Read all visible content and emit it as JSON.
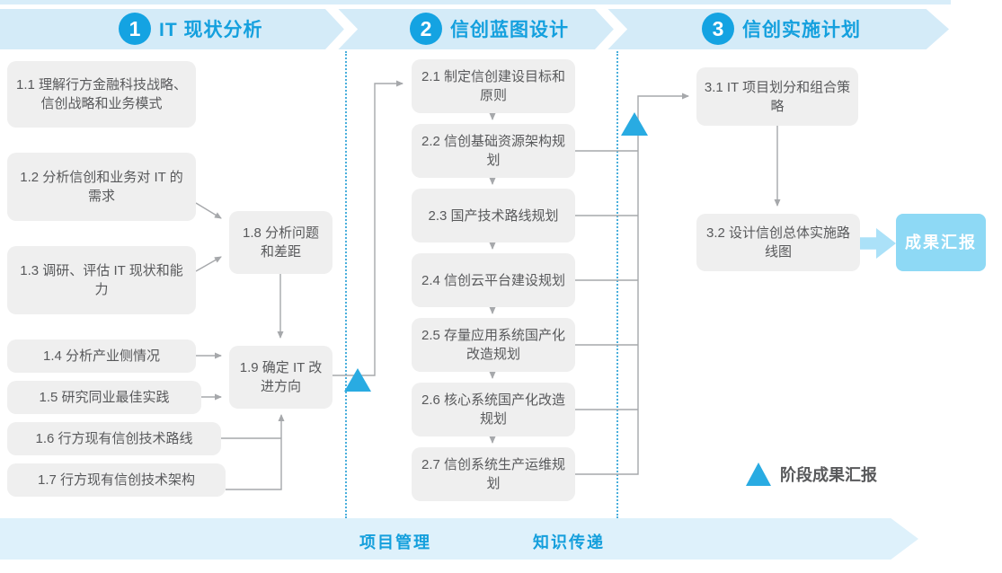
{
  "phases": [
    {
      "number": "1",
      "title": "IT 现状分析"
    },
    {
      "number": "2",
      "title": "信创蓝图设计"
    },
    {
      "number": "3",
      "title": "信创实施计划"
    }
  ],
  "phase1_steps": [
    {
      "label": "1.1 理解行方金融科技战略、信创战略和业务模式"
    },
    {
      "label": "1.2 分析信创和业务对 IT 的需求"
    },
    {
      "label": "1.3 调研、评估 IT 现状和能力"
    },
    {
      "label": "1.4 分析产业侧情况"
    },
    {
      "label": "1.5 研究同业最佳实践"
    },
    {
      "label": "1.6 行方现有信创技术路线"
    },
    {
      "label": "1.7 行方现有信创技术架构"
    },
    {
      "label": "1.8 分析问题和差距"
    },
    {
      "label": "1.9 确定 IT 改进方向"
    }
  ],
  "phase2_steps": [
    {
      "label": "2.1 制定信创建设目标和原则"
    },
    {
      "label": "2.2 信创基础资源架构规划"
    },
    {
      "label": "2.3 国产技术路线规划"
    },
    {
      "label": "2.4 信创云平台建设规划"
    },
    {
      "label": "2.5 存量应用系统国产化改造规划"
    },
    {
      "label": "2.6 核心系统国产化改造规划"
    },
    {
      "label": "2.7 信创系统生产运维规划"
    }
  ],
  "phase3_steps": [
    {
      "label": "3.1 IT 项目划分和组合策略"
    },
    {
      "label": "3.2 设计信创总体实施路线图"
    }
  ],
  "deliverable": {
    "label": "成果汇报"
  },
  "legend": {
    "label": "阶段成果汇报"
  },
  "footer": {
    "left": "项目管理",
    "right": "知识传递"
  },
  "colors": {
    "band": "#d4ebf8",
    "bottom_band": "#def1fb",
    "accent_blue": "#14a0de",
    "triangle_blue": "#29abe2",
    "deliverable_fill": "#8ed9f5",
    "box_grey": "#efefef",
    "box_text": "#58595b",
    "line_grey": "#a6a8ab"
  }
}
